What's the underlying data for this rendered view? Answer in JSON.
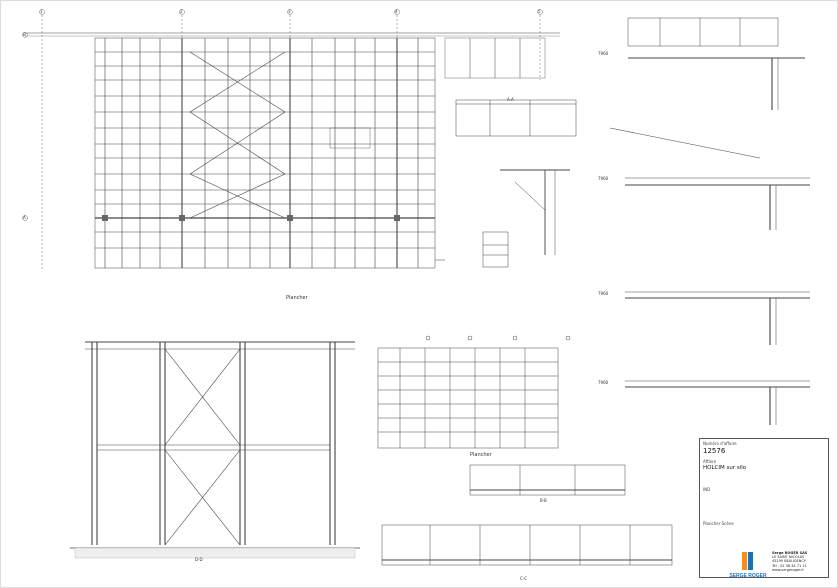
{
  "views": {
    "main_plan_title": "Plancher",
    "small_plan_title": "Plancher",
    "section_a": "A-A",
    "section_b": "B-B",
    "section_c": "C-C",
    "section_d": "D-D",
    "elev_1": "7960",
    "elev_2": "7960",
    "elev_3": "7960",
    "elev_4": "7960"
  },
  "grid": {
    "cols": [
      "1",
      "2",
      "3",
      "4",
      "5"
    ],
    "rows": [
      "B",
      "A"
    ]
  },
  "title_block": {
    "project_label": "Numéro d'affaire",
    "project_number": "12576",
    "client_label": "Affaire",
    "project_name": "HOLCIM sur silo",
    "drawing_title": "Plancher Scène",
    "revision": "IND"
  },
  "company": {
    "logo_text": "SERGE ROGER",
    "name": "Serge ROGER SAS",
    "addr1": "LE SAINT NICOLAS",
    "addr2": "45190 BEAUGENCY",
    "phone": "Tél : 02 38 44 71 21",
    "web": "www.sergeroger.fr"
  }
}
